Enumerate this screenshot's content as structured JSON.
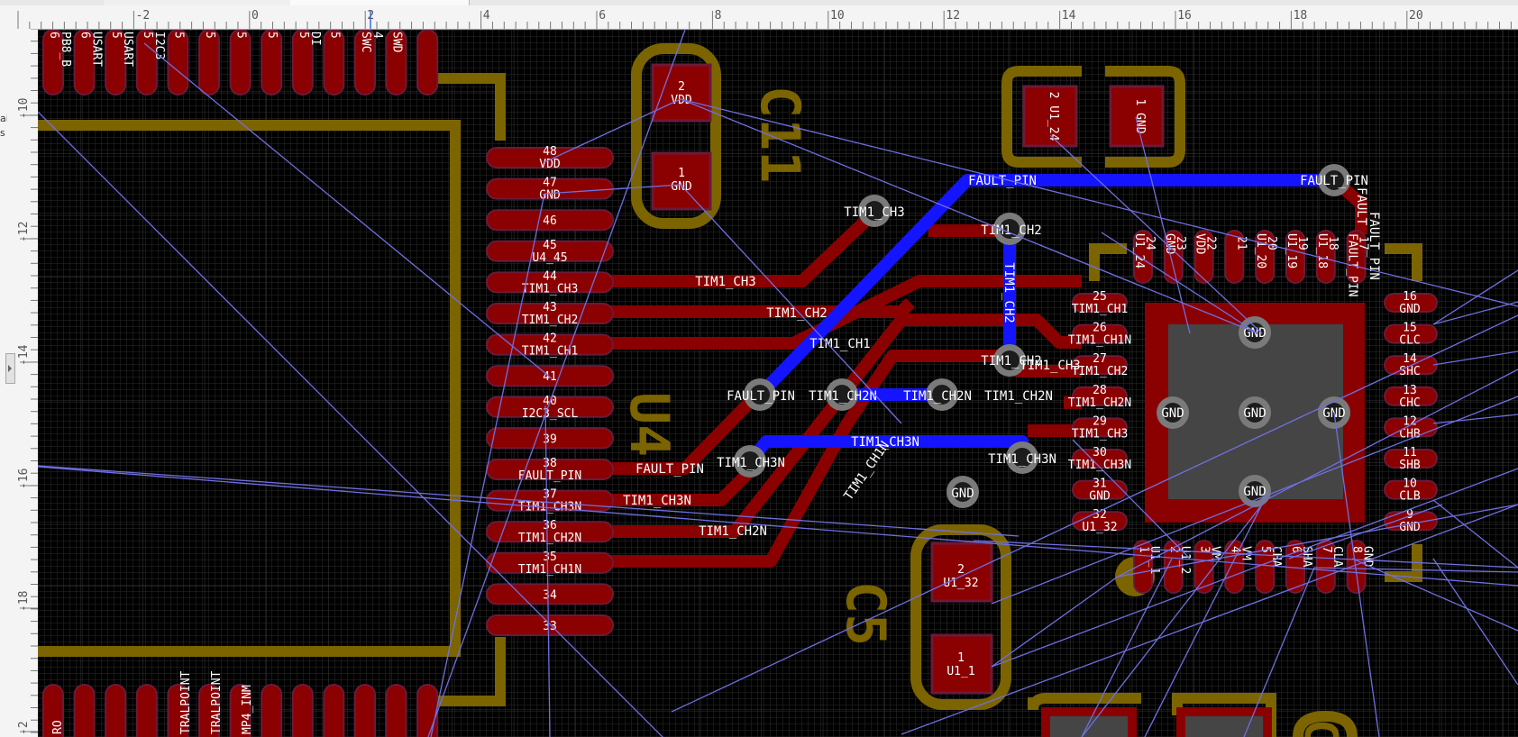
{
  "ruler": {
    "h_labels": [
      "-2",
      "0",
      "2",
      "4",
      "6",
      "8",
      "10",
      "12",
      "14",
      "16",
      "18",
      "20"
    ],
    "v_labels": [
      "-10",
      "-12",
      "-14",
      "-16",
      "-18",
      "-2"
    ]
  },
  "sidebar": {
    "clipped_text": "ai s"
  },
  "colors": {
    "board": "#000000",
    "copper": "#8b0000",
    "silkscreen": "#7c6500",
    "track_blue": "#1414ff",
    "ratsnest": "#6f6fe0",
    "via_ring": "#7a7a7a",
    "pad_outline": "#6b1a3a"
  },
  "components": {
    "u4": "U4",
    "c11": "C11",
    "c5": "C5",
    "c5_partial": "C"
  },
  "u4_pins_right": [
    {
      "num": "48",
      "net": "VDD"
    },
    {
      "num": "47",
      "net": "GND"
    },
    {
      "num": "46",
      "net": ""
    },
    {
      "num": "45",
      "net": "U4_45"
    },
    {
      "num": "44",
      "net": "TIM1_CH3"
    },
    {
      "num": "43",
      "net": "TIM1_CH2"
    },
    {
      "num": "42",
      "net": "TIM1_CH1"
    },
    {
      "num": "41",
      "net": ""
    },
    {
      "num": "40",
      "net": "I2C3_SCL"
    },
    {
      "num": "39",
      "net": ""
    },
    {
      "num": "38",
      "net": "FAULT_PIN"
    },
    {
      "num": "37",
      "net": "TIM1_CH3N"
    },
    {
      "num": "36",
      "net": "TIM1_CH2N"
    },
    {
      "num": "35",
      "net": "TIM1_CH1N"
    },
    {
      "num": "34",
      "net": ""
    },
    {
      "num": "33",
      "net": ""
    }
  ],
  "u4_top_labels": [
    "6",
    "PB8_B",
    "6",
    "USART",
    "5",
    "USART",
    "5",
    "I2C3",
    "5",
    "5",
    "5",
    "5",
    "5",
    "DI",
    "5",
    "SWC",
    "4",
    "SWD"
  ],
  "u4_bottom_labels": [
    "RO",
    "TRALPOINT",
    "TRALPOINT",
    "MP4_INM"
  ],
  "c11_pads": [
    {
      "num": "2",
      "net": "VDD"
    },
    {
      "num": "1",
      "net": "GND"
    }
  ],
  "c5_pads": [
    {
      "num": "2",
      "net": "U1_32"
    },
    {
      "num": "1",
      "net": "U1_1"
    }
  ],
  "top_cap_pads": [
    {
      "num": "2",
      "net": "U1_24"
    },
    {
      "num": "1",
      "net": "GND"
    }
  ],
  "u1": {
    "top_pins": [
      {
        "num": "24",
        "net": "U1_24"
      },
      {
        "num": "23",
        "net": "GND"
      },
      {
        "num": "22",
        "net": "VDD"
      },
      {
        "num": "21",
        "net": ""
      },
      {
        "num": "20",
        "net": "U1_20"
      },
      {
        "num": "19",
        "net": "U1_19"
      },
      {
        "num": "18",
        "net": "U1_18"
      },
      {
        "num": "17",
        "net": "FAULT_PIN"
      }
    ],
    "left_pins": [
      {
        "num": "25",
        "net": "TIM1_CH1"
      },
      {
        "num": "26",
        "net": "TIM1_CH1N"
      },
      {
        "num": "27",
        "net": "TIM1_CH2"
      },
      {
        "num": "28",
        "net": "TIM1_CH2N"
      },
      {
        "num": "29",
        "net": "TIM1_CH3"
      },
      {
        "num": "30",
        "net": "TIM1_CH3N"
      },
      {
        "num": "31",
        "net": "GND"
      },
      {
        "num": "32",
        "net": "U1_32"
      }
    ],
    "right_pins": [
      {
        "num": "16",
        "net": "GND"
      },
      {
        "num": "15",
        "net": "CLC"
      },
      {
        "num": "14",
        "net": "SHC"
      },
      {
        "num": "13",
        "net": "CHC"
      },
      {
        "num": "12",
        "net": "CHB"
      },
      {
        "num": "11",
        "net": "SHB"
      },
      {
        "num": "10",
        "net": "CLB"
      },
      {
        "num": "9",
        "net": "GND"
      }
    ],
    "bottom_pins": [
      {
        "num": "1",
        "net": "U1_1"
      },
      {
        "num": "2",
        "net": "U1_2"
      },
      {
        "num": "3",
        "net": "VM"
      },
      {
        "num": "4",
        "net": "VM"
      },
      {
        "num": "5",
        "net": "CHA"
      },
      {
        "num": "6",
        "net": "SHA"
      },
      {
        "num": "7",
        "net": "CLA"
      },
      {
        "num": "8",
        "net": "GND"
      }
    ],
    "thermal_label": "GND"
  },
  "track_labels": {
    "ch3": "TIM1_CH3",
    "ch2": "TIM1_CH2",
    "ch1": "TIM1_CH1",
    "ch3n": "TIM1_CH3N",
    "ch2n": "TIM1_CH2N",
    "ch1n": "TIM1_CH1N",
    "fault": "FAULT_PIN",
    "ch2v": "TIM1_CH2"
  },
  "via_labels": {
    "ch3": "TIM1_CH3",
    "ch2": "TIM1_CH2",
    "ch2b": "TIM1_CH2",
    "fault_left": "FAULT_PIN",
    "ch2n_a": "TIM1_CH2N",
    "ch2n_b": "TIM1_CH2N",
    "ch2n_c": "TIM1_CH2N",
    "ch3n_left": "TIM1_CH3N",
    "ch3n_right": "TIM1_CH3N",
    "ch3_mid": "TIM1_CH3",
    "gnd": "GND",
    "fault_right": "FAULT_PIN",
    "fault_vert": "FAULT"
  }
}
